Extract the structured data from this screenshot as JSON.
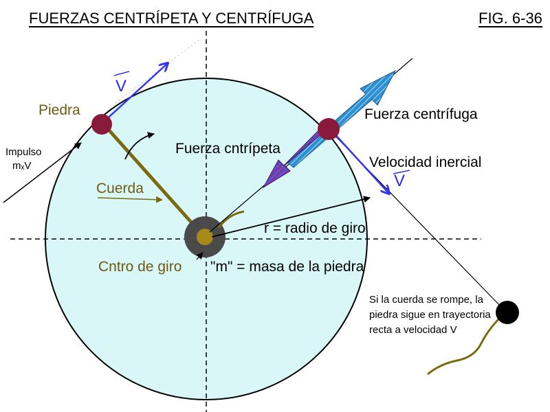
{
  "header": {
    "title": "FUERZAS CENTRÍPETA Y CENTRÍFUGA",
    "figure": "FIG. 6-36"
  },
  "labels": {
    "stone": "Piedra",
    "velocity_top": "V",
    "velocity_right": "V",
    "impulse_line1": "Impulso",
    "impulse_line2": "mₓV",
    "centripetal": "Fuerza cntrípeta",
    "centrifugal": "Fuerza centrífuga",
    "inertial_velocity": "Velocidad inercial",
    "string": "Cuerda",
    "radius": "r = radio de giro",
    "center": "Cntro de giro",
    "mass": "\"m\" = masa de la piedra",
    "break_note": "Si la cuerda se rompe, la piedra sigue  en trayectoria recta a velocidad V"
  },
  "colors": {
    "circle_fill": "#d9f7f7",
    "stone": "#8a1a3c",
    "string": "#7a6a10",
    "velocity_arrow": "#3535ee",
    "centrifugal_arrow": "#2f8fd0",
    "centripetal_arrow": "#7a3aa8",
    "hub": "#4a4a4a"
  }
}
